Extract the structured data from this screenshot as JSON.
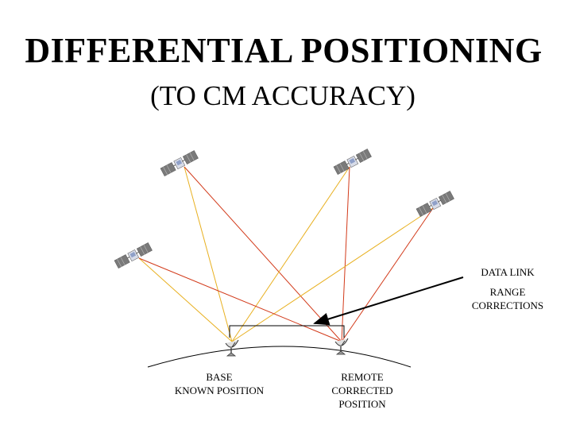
{
  "title": "DIFFERENTIAL POSITIONING",
  "subtitle": "(TO CM ACCURACY)",
  "labels": {
    "data_link": "DATA LINK",
    "range_corrections": [
      "RANGE",
      "CORRECTIONS"
    ],
    "base": [
      "BASE",
      "KNOWN POSITION"
    ],
    "remote": [
      "REMOTE",
      "CORRECTED",
      "POSITION"
    ]
  },
  "colors": {
    "signal_yellow": "#e8b020",
    "signal_red": "#d23a1a",
    "arrow": "#000000",
    "earth_curve": "#000000"
  },
  "icons": [
    "satellite-icon",
    "dish-antenna-icon"
  ]
}
